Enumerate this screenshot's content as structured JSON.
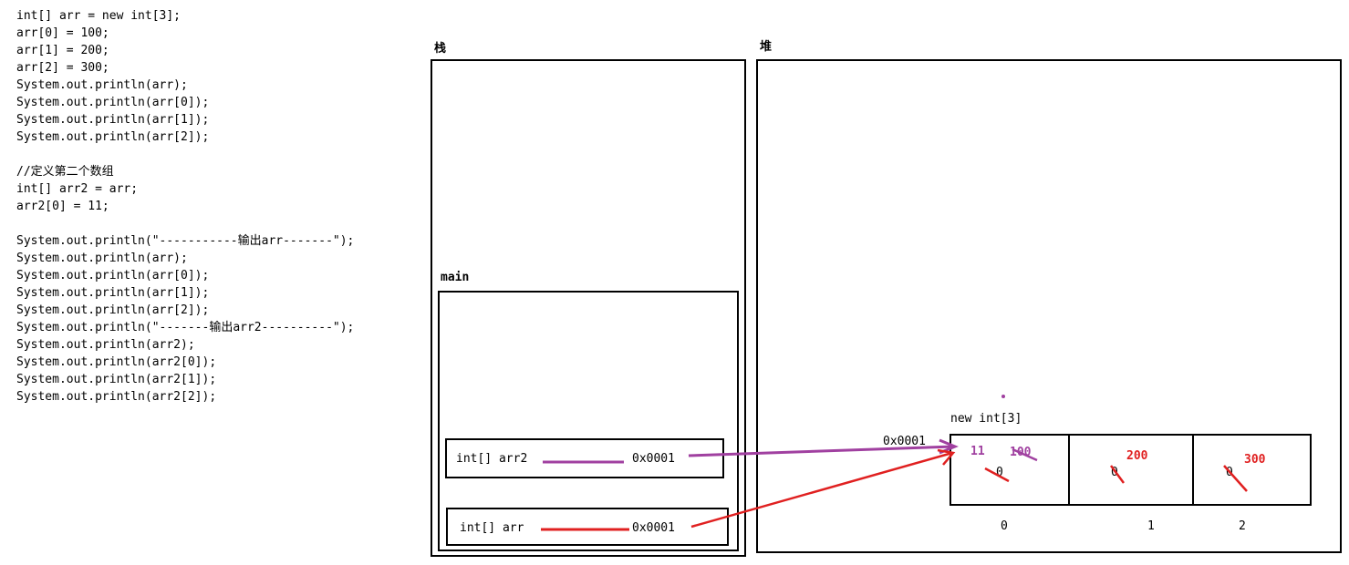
{
  "code_lines": [
    "int[] arr = new int[3];",
    "arr[0] = 100;",
    "arr[1] = 200;",
    "arr[2] = 300;",
    "System.out.println(arr);",
    "System.out.println(arr[0]);",
    "System.out.println(arr[1]);",
    "System.out.println(arr[2]);",
    "",
    "//定义第二个数组",
    "int[] arr2 = arr;",
    "arr2[0] = 11;",
    "",
    "System.out.println(\"-----------输出arr-------\");",
    "System.out.println(arr);",
    "System.out.println(arr[0]);",
    "System.out.println(arr[1]);",
    "System.out.println(arr[2]);",
    "System.out.println(\"-------输出arr2----------\");",
    "System.out.println(arr2);",
    "System.out.println(arr2[0]);",
    "System.out.println(arr2[1]);",
    "System.out.println(arr2[2]);"
  ],
  "stack": {
    "label": "栈",
    "frame_label": "main",
    "var_arr2": {
      "name": "int[] arr2",
      "address": "0x0001"
    },
    "var_arr": {
      "name": "int[] arr",
      "address": "0x0001"
    }
  },
  "heap": {
    "label": "堆",
    "array_label": "new int[3]",
    "address": "0x0001",
    "cells": [
      {
        "index": "0",
        "initial": "0",
        "assigned": "100",
        "reassigned": "11"
      },
      {
        "index": "1",
        "initial": "0",
        "assigned": "200"
      },
      {
        "index": "2",
        "initial": "0",
        "assigned": "300"
      }
    ]
  },
  "colors": {
    "arr_arrow": "#e02020",
    "arr2_arrow": "#a040a0"
  }
}
